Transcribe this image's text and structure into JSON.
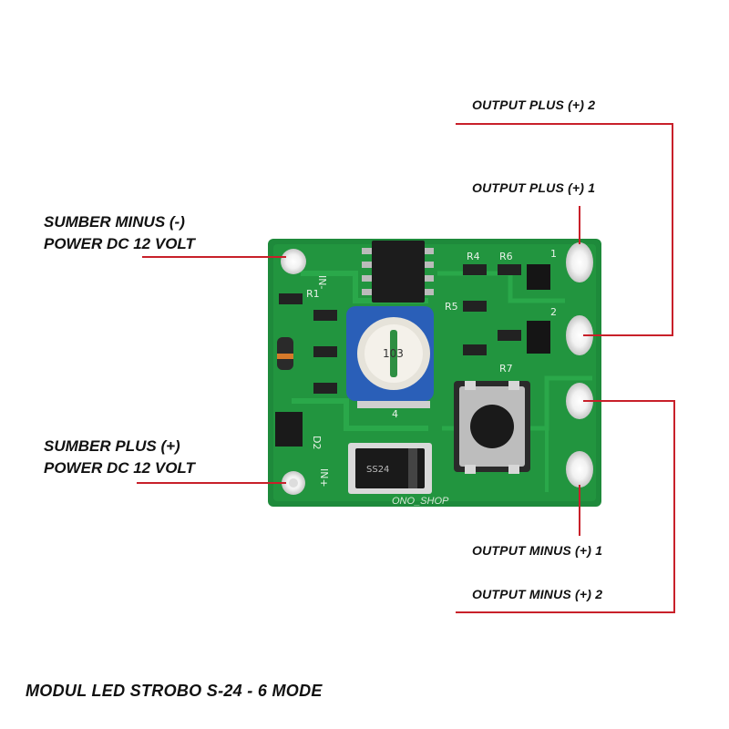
{
  "labels": {
    "output_plus_2": "OUTPUT PLUS (+) 2",
    "output_plus_1": "OUTPUT PLUS (+) 1",
    "sumber_minus_line1": "SUMBER MINUS (-)",
    "sumber_minus_line2": "POWER DC 12 VOLT",
    "sumber_plus_line1": "SUMBER PLUS (+)",
    "sumber_plus_line2": "POWER DC 12 VOLT",
    "output_minus_1": "OUTPUT MINUS (+) 1",
    "output_minus_2": "OUTPUT MINUS (+) 2",
    "title": "MODUL LED STROBO S-24 - 6 MODE"
  },
  "board_silkscreen": {
    "in_minus": "IN-",
    "in_plus": "IN+",
    "r1": "R1",
    "r4": "R4",
    "r5": "R5",
    "r6": "R6",
    "r7": "R7",
    "d2": "D2",
    "pad_1": "1",
    "pad_2": "2",
    "num_4": "4",
    "pot_marking": "103",
    "diode_marking": "SS24",
    "watermark": "ONO_SHOP"
  },
  "colors": {
    "pcb_green": "#1f8a3a",
    "callout_red": "#c8202a",
    "pot_blue": "#2a5fb8"
  }
}
